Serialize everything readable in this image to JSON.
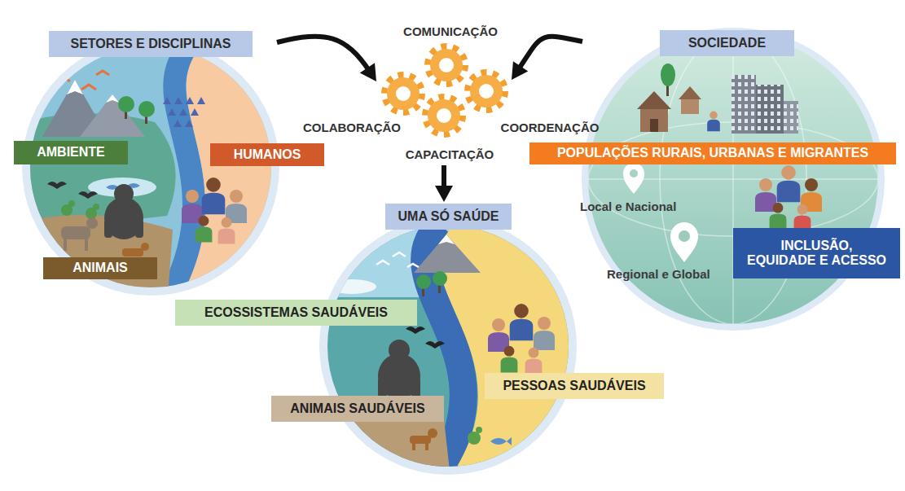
{
  "diagram": {
    "nodes": [
      {
        "text": [
          "SETORES E DISCIPLINAS"
        ]
      },
      {
        "text": [
          "AMBIENTE"
        ],
        "in": 0
      },
      {
        "text": [
          "HUMANOS"
        ],
        "in": 0
      },
      {
        "text": [
          "ANIMAIS"
        ],
        "in": 0
      },
      {
        "text": [
          "COMUNICAÇÃO",
          "COLABORAÇÃO",
          "COORDENAÇÃO",
          "CAPACITAÇÃO"
        ]
      },
      {
        "text": [
          "SOCIEDADE"
        ]
      },
      {
        "text": [
          "POPULAÇÕES RURAIS, URBANAS E MIGRANTES"
        ],
        "in": 5
      },
      {
        "text": [
          "INCLUSÃO, EQUIDADE E ACESSO"
        ],
        "in": 5
      },
      {
        "text": [
          "UMA SÓ SAÚDE"
        ]
      },
      {
        "text": [
          "ECOSSISTEMAS SAUDÁVEIS"
        ],
        "in": 8
      },
      {
        "text": [
          "ANIMAIS SAUDÁVEIS"
        ],
        "in": 8
      },
      {
        "text": [
          "PESSOAS SAUDÁVEIS"
        ],
        "in": 8
      }
    ],
    "edges": [
      {
        "from": 0,
        "to": 4,
        "arrow": "to"
      },
      {
        "from": 5,
        "to": 4,
        "arrow": "to"
      },
      {
        "from": 4,
        "to": 8,
        "arrow": "to"
      }
    ],
    "labels": [
      "Local e Nacional",
      "Regional e Global"
    ]
  }
}
